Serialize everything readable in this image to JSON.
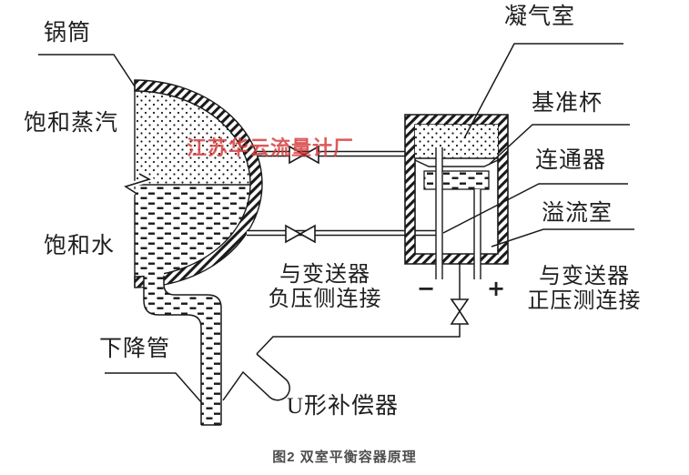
{
  "figure": {
    "caption": "图2 双室平衡容器原理",
    "watermark": "江苏华云流量计厂"
  },
  "labels": {
    "drum": "锅筒",
    "saturated_steam": "饱和蒸汽",
    "saturated_water": "饱和水",
    "downcomer": "下降管",
    "u_compensator": "U形补偿器",
    "condensing_chamber": "凝气室",
    "reference_cup": "基准杯",
    "connector": "连通器",
    "overflow_chamber": "溢流室",
    "transmitter_neg_line1": "与变送器",
    "transmitter_neg_line2": "负压侧连接",
    "transmitter_pos_line1": "与变送器",
    "transmitter_pos_line2": "正压测连接",
    "minus_sign": "−",
    "plus_sign": "+"
  },
  "colors": {
    "line": "#1a1a1a",
    "watermark_red": "#d63e3e",
    "caption_gray": "#4d4d4d",
    "background": "#ffffff"
  }
}
